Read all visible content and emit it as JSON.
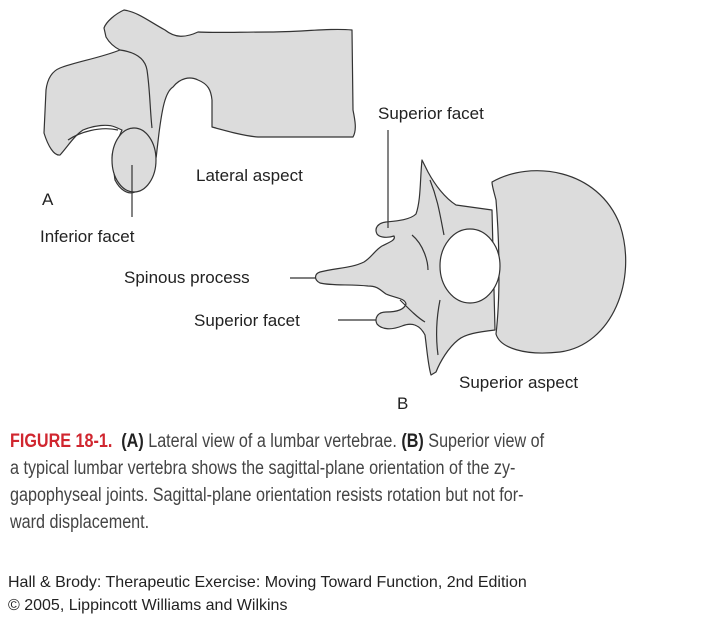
{
  "figure": {
    "labels": {
      "superior_facet_top": "Superior facet",
      "lateral_aspect": "Lateral aspect",
      "a": "A",
      "inferior_facet": "Inferior facet",
      "spinous_process": "Spinous process",
      "superior_facet_bottom": "Superior facet",
      "superior_aspect": "Superior aspect",
      "b": "B"
    },
    "colors": {
      "bone_fill": "#dcdcdc",
      "outline": "#333333",
      "figure_label": "#d0262f"
    }
  },
  "caption": {
    "figure_number": "FIGURE 18-1.",
    "part_a": "(A)",
    "text_a": "Lateral view of a lumbar vertebrae.",
    "part_b": "(B)",
    "text_b_1": "Superior view of",
    "line2": "a typical lumbar vertebra shows the sagittal-plane orientation of the zy-",
    "line3": "gapophyseal joints. Sagittal-plane orientation resists rotation but not for-",
    "line4": "ward displacement."
  },
  "credit": {
    "line1": "Hall & Brody: Therapeutic Exercise: Moving Toward Function, 2nd Edition",
    "line2": "© 2005, Lippincott Williams and Wilkins"
  }
}
